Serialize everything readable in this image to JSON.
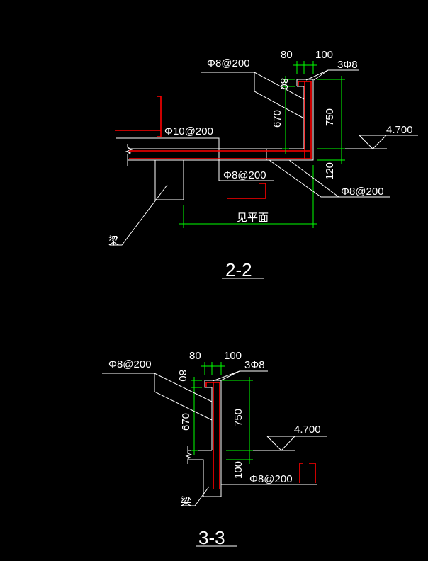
{
  "section_2_2": {
    "title": "2-2",
    "rebar_top": "Φ8@200",
    "rebar_slab": "Φ10@200",
    "rebar_bottom": "Φ8@200",
    "rebar_right": "Φ8@200",
    "longitudinal": "3Φ8",
    "dim_80_top": "80",
    "dim_100": "100",
    "dim_80_side": "80",
    "dim_670": "670",
    "dim_750": "750",
    "dim_120": "120",
    "span_note": "见平面",
    "beam_label": "梁",
    "elevation": "4.700"
  },
  "section_3_3": {
    "title": "3-3",
    "rebar_top": "Φ8@200",
    "rebar_bottom": "Φ8@200",
    "longitudinal": "3Φ8",
    "dim_80_top": "80",
    "dim_100": "100",
    "dim_80_side": "80",
    "dim_670": "670",
    "dim_750": "750",
    "dim_100_bottom": "100",
    "beam_label": "梁",
    "elevation": "4.700"
  },
  "colors": {
    "background": "#000000",
    "outline": "#ffffff",
    "rebar": "#ff0000",
    "dimension": "#00ff00"
  }
}
